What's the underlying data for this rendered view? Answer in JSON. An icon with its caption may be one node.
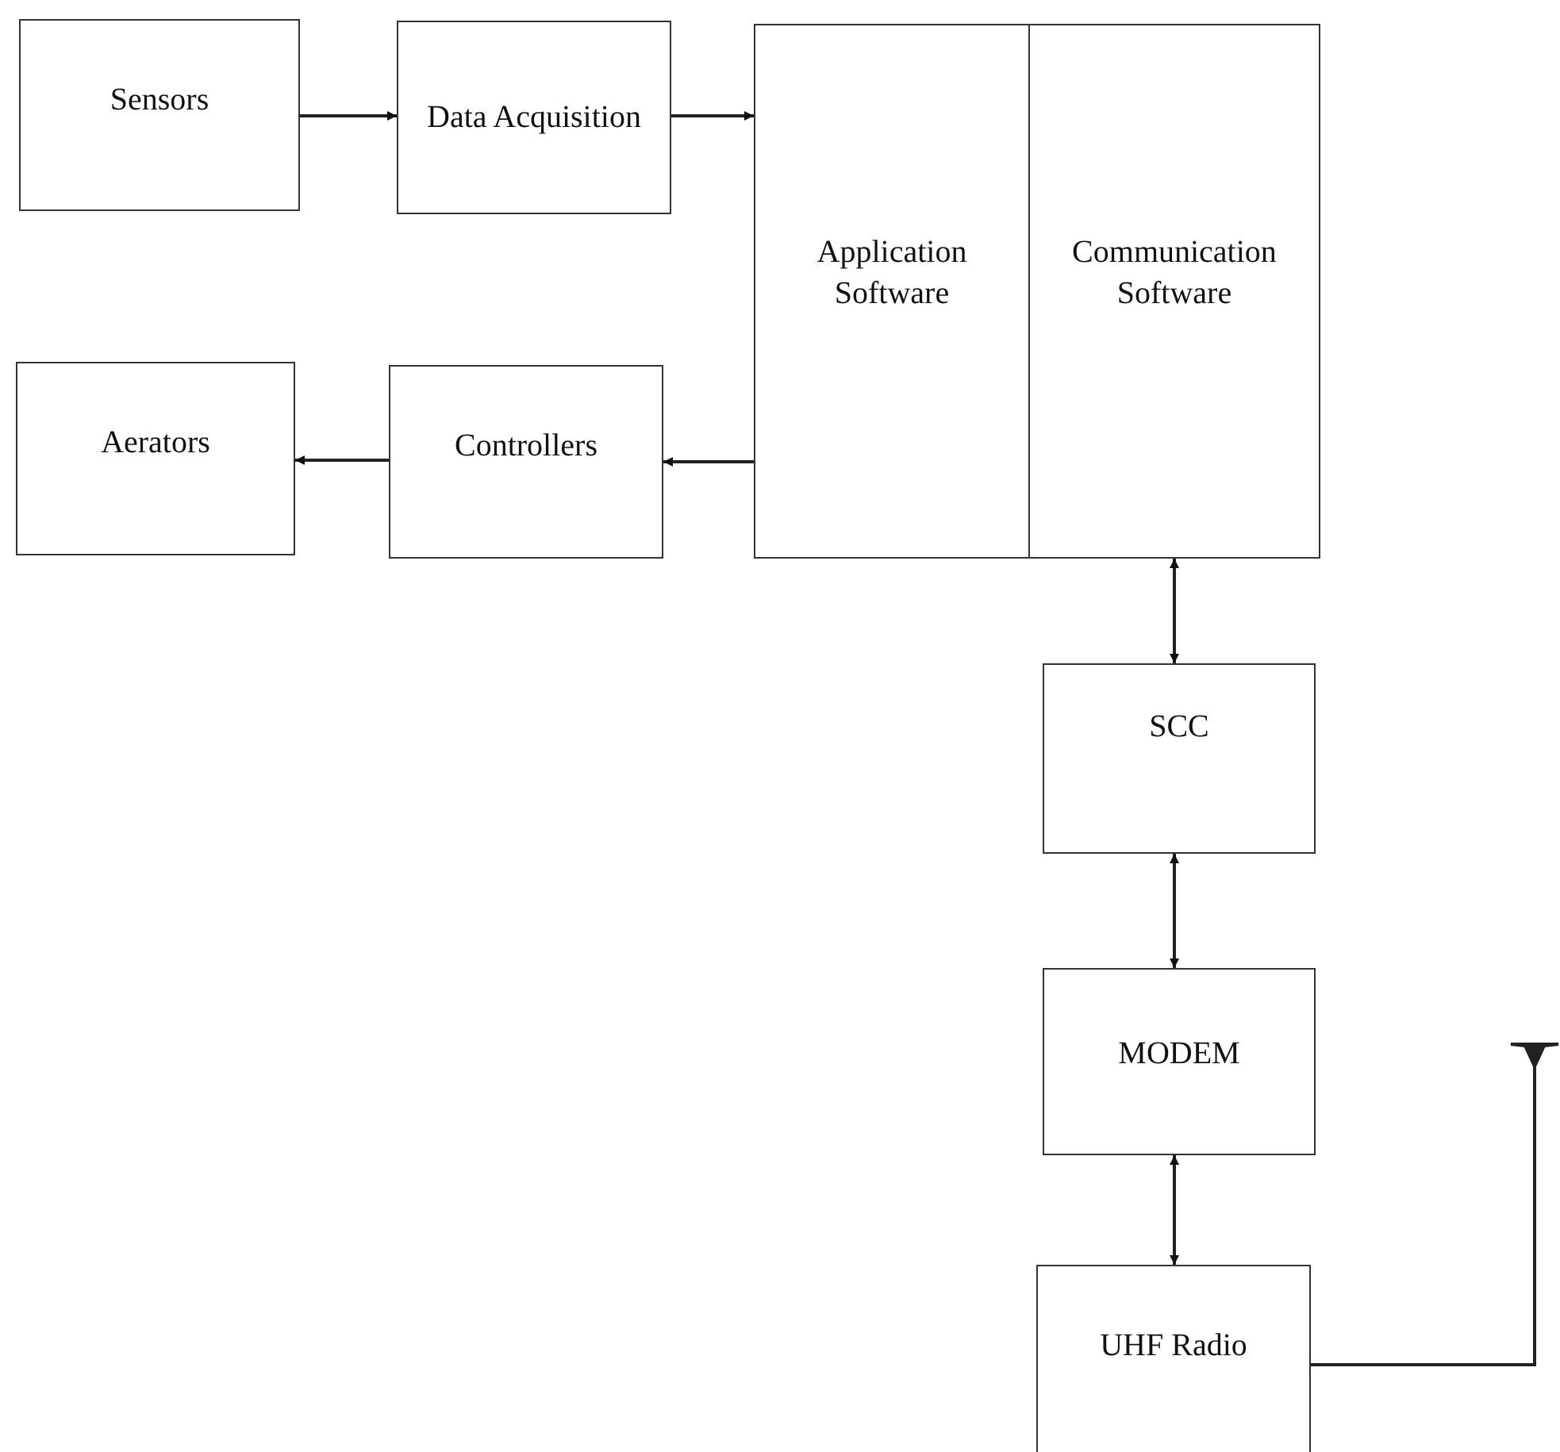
{
  "diagram": {
    "nodes": [
      {
        "text": [
          "Sensors"
        ]
      },
      {
        "text": [
          "Data Acquisition"
        ]
      },
      {
        "text": [
          "Application Software"
        ]
      },
      {
        "text": [
          "Communication Software"
        ]
      },
      {
        "text": [
          "Aerators"
        ]
      },
      {
        "text": [
          "Controllers"
        ]
      },
      {
        "text": [
          "SCC"
        ]
      },
      {
        "text": [
          "MODEM"
        ]
      },
      {
        "text": [
          "UHF Radio"
        ]
      },
      {
        "text": [],
        "shape": "antenna"
      }
    ],
    "edges": [
      {
        "from": 0,
        "to": 1,
        "arrow": "to"
      },
      {
        "from": 1,
        "to": 2,
        "arrow": "to"
      },
      {
        "from": 2,
        "to": 5,
        "arrow": "to"
      },
      {
        "from": 5,
        "to": 4,
        "arrow": "to"
      },
      {
        "from": 3,
        "to": 6,
        "arrow": "both"
      },
      {
        "from": 6,
        "to": 7,
        "arrow": "both"
      },
      {
        "from": 7,
        "to": 8,
        "arrow": "both"
      },
      {
        "from": 8,
        "to": 9,
        "arrow": "none"
      }
    ]
  }
}
